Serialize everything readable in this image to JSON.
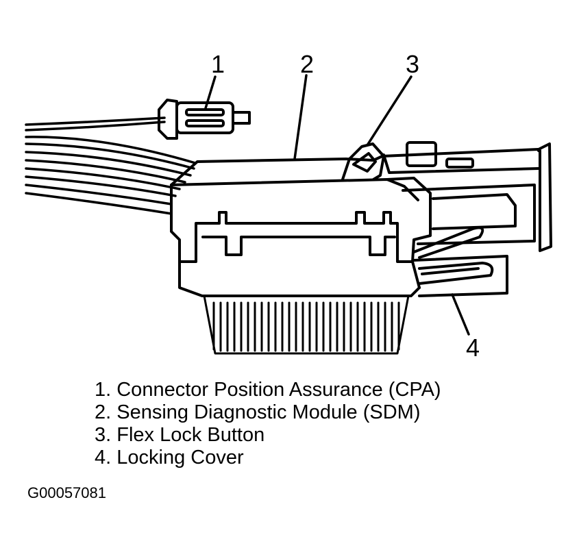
{
  "callouts": [
    "1",
    "2",
    "3",
    "4"
  ],
  "legend": [
    "1. Connector Position Assurance (CPA)",
    "2. Sensing Diagnostic Module (SDM)",
    "3. Flex Lock Button",
    "4. Locking Cover"
  ],
  "figure_id": "G00057081",
  "colors": {
    "ink": "#000000",
    "paper": "#ffffff"
  }
}
